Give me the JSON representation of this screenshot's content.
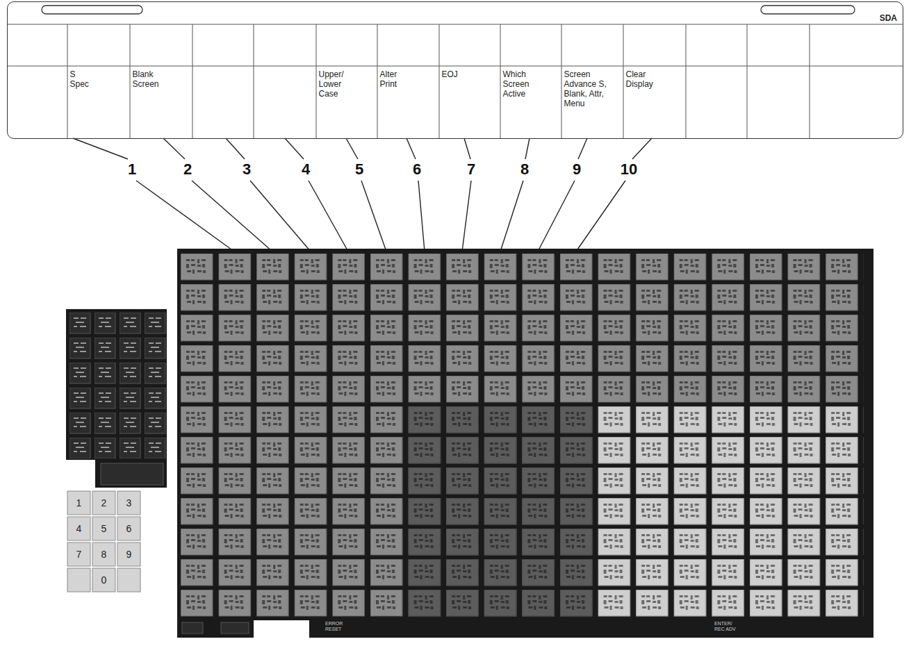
{
  "diagram": {
    "nodes": [
      {
        "text": [
          "SDA"
        ]
      },
      {
        "text": [
          "S Spec"
        ],
        "in": 0
      },
      {
        "text": [
          "Blank Screen"
        ],
        "in": 0
      },
      {
        "text": [
          "Upper/ Lower Case"
        ],
        "in": 0
      },
      {
        "text": [
          "Alter Print"
        ],
        "in": 0
      },
      {
        "text": [
          "EOJ"
        ],
        "in": 0
      },
      {
        "text": [
          "Which Screen Active"
        ],
        "in": 0
      },
      {
        "text": [
          "Screen Advance S, Blank, Attr, Menu"
        ],
        "in": 0
      },
      {
        "text": [
          "Clear Display"
        ],
        "in": 0
      }
    ],
    "labels": [
      "1",
      "2",
      "3",
      "4",
      "5",
      "6",
      "7",
      "8",
      "9",
      "10",
      "1",
      "2",
      "3",
      "4",
      "5",
      "6",
      "7",
      "8",
      "9",
      "0",
      "ERROR RESET",
      "ENTER/ REC ADV"
    ]
  }
}
